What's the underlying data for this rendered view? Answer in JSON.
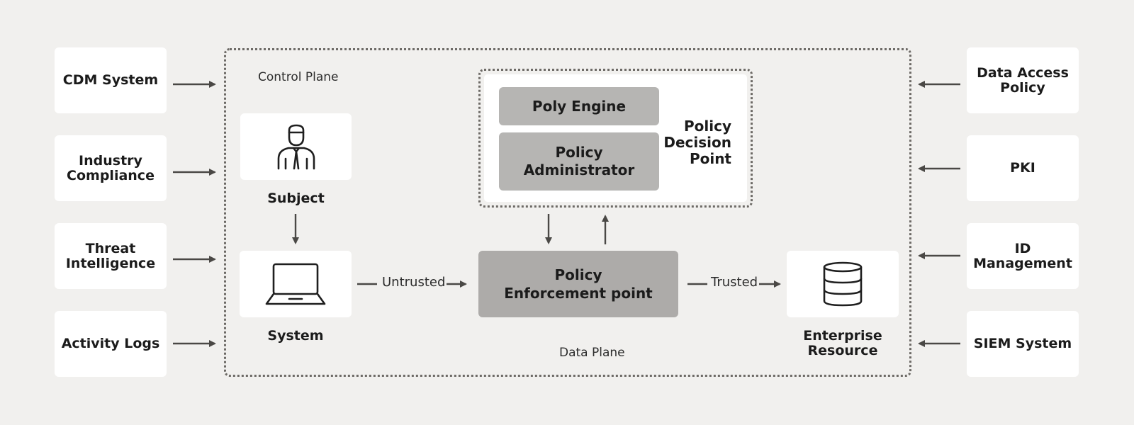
{
  "inputs_left": [
    {
      "label": "CDM System"
    },
    {
      "label": "Industry\nCompliance"
    },
    {
      "label": "Threat\nIntelligence"
    },
    {
      "label": "Activity Logs"
    }
  ],
  "inputs_right": [
    {
      "label": "Data Access\nPolicy"
    },
    {
      "label": "PKI"
    },
    {
      "label": "ID\nManagement"
    },
    {
      "label": "SIEM System"
    }
  ],
  "planes": {
    "control": "Control Plane",
    "data": "Data Plane"
  },
  "nodes": {
    "subject": {
      "label": "Subject",
      "icon": "person-icon"
    },
    "system": {
      "label": "System",
      "icon": "laptop-icon"
    },
    "resource": {
      "label": "Enterprise\nResource",
      "icon": "database-icon"
    }
  },
  "pdp": {
    "label": "Policy\nDecision\nPoint",
    "engine": "Poly Engine",
    "administrator": "Policy\nAdministrator"
  },
  "pep": {
    "label": "Policy\nEnforcement point"
  },
  "flows": {
    "untrusted": "Untrusted",
    "trusted": "Trusted"
  },
  "colors": {
    "background": "#f1f0ee",
    "card": "#ffffff",
    "grey_box": "#b6b5b3",
    "pep_box": "#adaba9",
    "arrow": "#4a4845"
  }
}
